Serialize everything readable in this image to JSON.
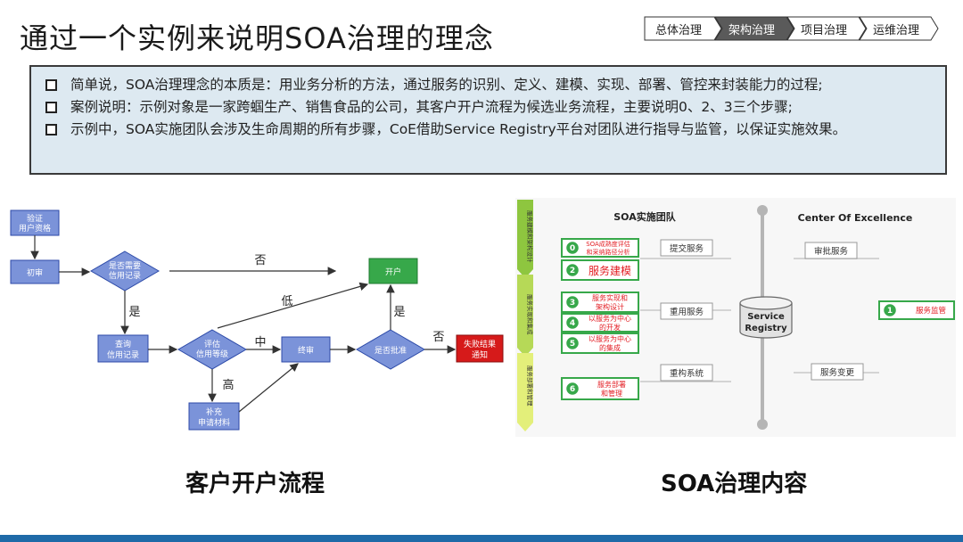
{
  "title": "通过一个实例来说明SOA治理的理念",
  "nav_tabs": [
    {
      "label": "总体治理",
      "active": false
    },
    {
      "label": "架构治理",
      "active": true
    },
    {
      "label": "项目治理",
      "active": false
    },
    {
      "label": "运维治理",
      "active": false
    }
  ],
  "summary": [
    "简单说，SOA治理理念的本质是：用业务分析的方法，通过服务的识别、定义、建模、实现、部署、管控来封装能力的过程;",
    "案例说明：示例对象是一家跨蝈生产、销售食品的公司，其客户开户流程为候选业务流程，主要说明0、2、3三个步骤;",
    "示例中，SOA实施团队会涉及生命周期的所有步骤，CoE借助Service Registry平台对团队进行指导与监管，以保证实施效果。"
  ],
  "flow": {
    "verify": [
      "验证",
      "用户资格"
    ],
    "prelim": "初审",
    "need_credit": [
      "是否需要",
      "信用记录"
    ],
    "query": [
      "查询",
      "信用记录"
    ],
    "assess": [
      "评估",
      "信用等级"
    ],
    "supplement": [
      "补充",
      "申请材料"
    ],
    "final": "终审",
    "approved": "是否批准",
    "open": "开户",
    "fail": [
      "失败结果",
      "通知"
    ],
    "labels": {
      "no1": "否",
      "yes1": "是",
      "low": "低",
      "mid": "中",
      "high": "高",
      "yes2": "是",
      "no2": "否"
    }
  },
  "soa": {
    "left_title": "SOA实施团队",
    "right_title": "Center Of Excellence",
    "side_labels": [
      "服务建模和架构设计",
      "服务实现和集成",
      "服务部署和管理"
    ],
    "steps": [
      {
        "num": "0",
        "text": [
          "SOA成熟度评估",
          "和采纳路径分析"
        ]
      },
      {
        "num": "2",
        "text": [
          "服务建模"
        ]
      },
      {
        "num": "3",
        "text": [
          "服务实现和",
          "架构设计"
        ]
      },
      {
        "num": "4",
        "text": [
          "以服务为中心",
          "的开发"
        ]
      },
      {
        "num": "5",
        "text": [
          "以服务为中心",
          "的集成"
        ]
      },
      {
        "num": "6",
        "text": [
          "服务部署",
          "和管理"
        ]
      }
    ],
    "actions_left": [
      "提交服务",
      "重用服务",
      "重构系统"
    ],
    "actions_right": [
      "审批服务",
      "服务变更"
    ],
    "registry": [
      "Service",
      "Registry"
    ],
    "monitor": {
      "num": "1",
      "text": "服务监管"
    }
  },
  "caption_left": "客户开户流程",
  "caption_right": "SOA治理内容",
  "colors": {
    "flow_fill": "#7b93d9",
    "flow_stroke": "#2c4aa8",
    "green": "#37a84a",
    "red": "#d61a1a",
    "accent_bar": "#1f6aa8"
  }
}
